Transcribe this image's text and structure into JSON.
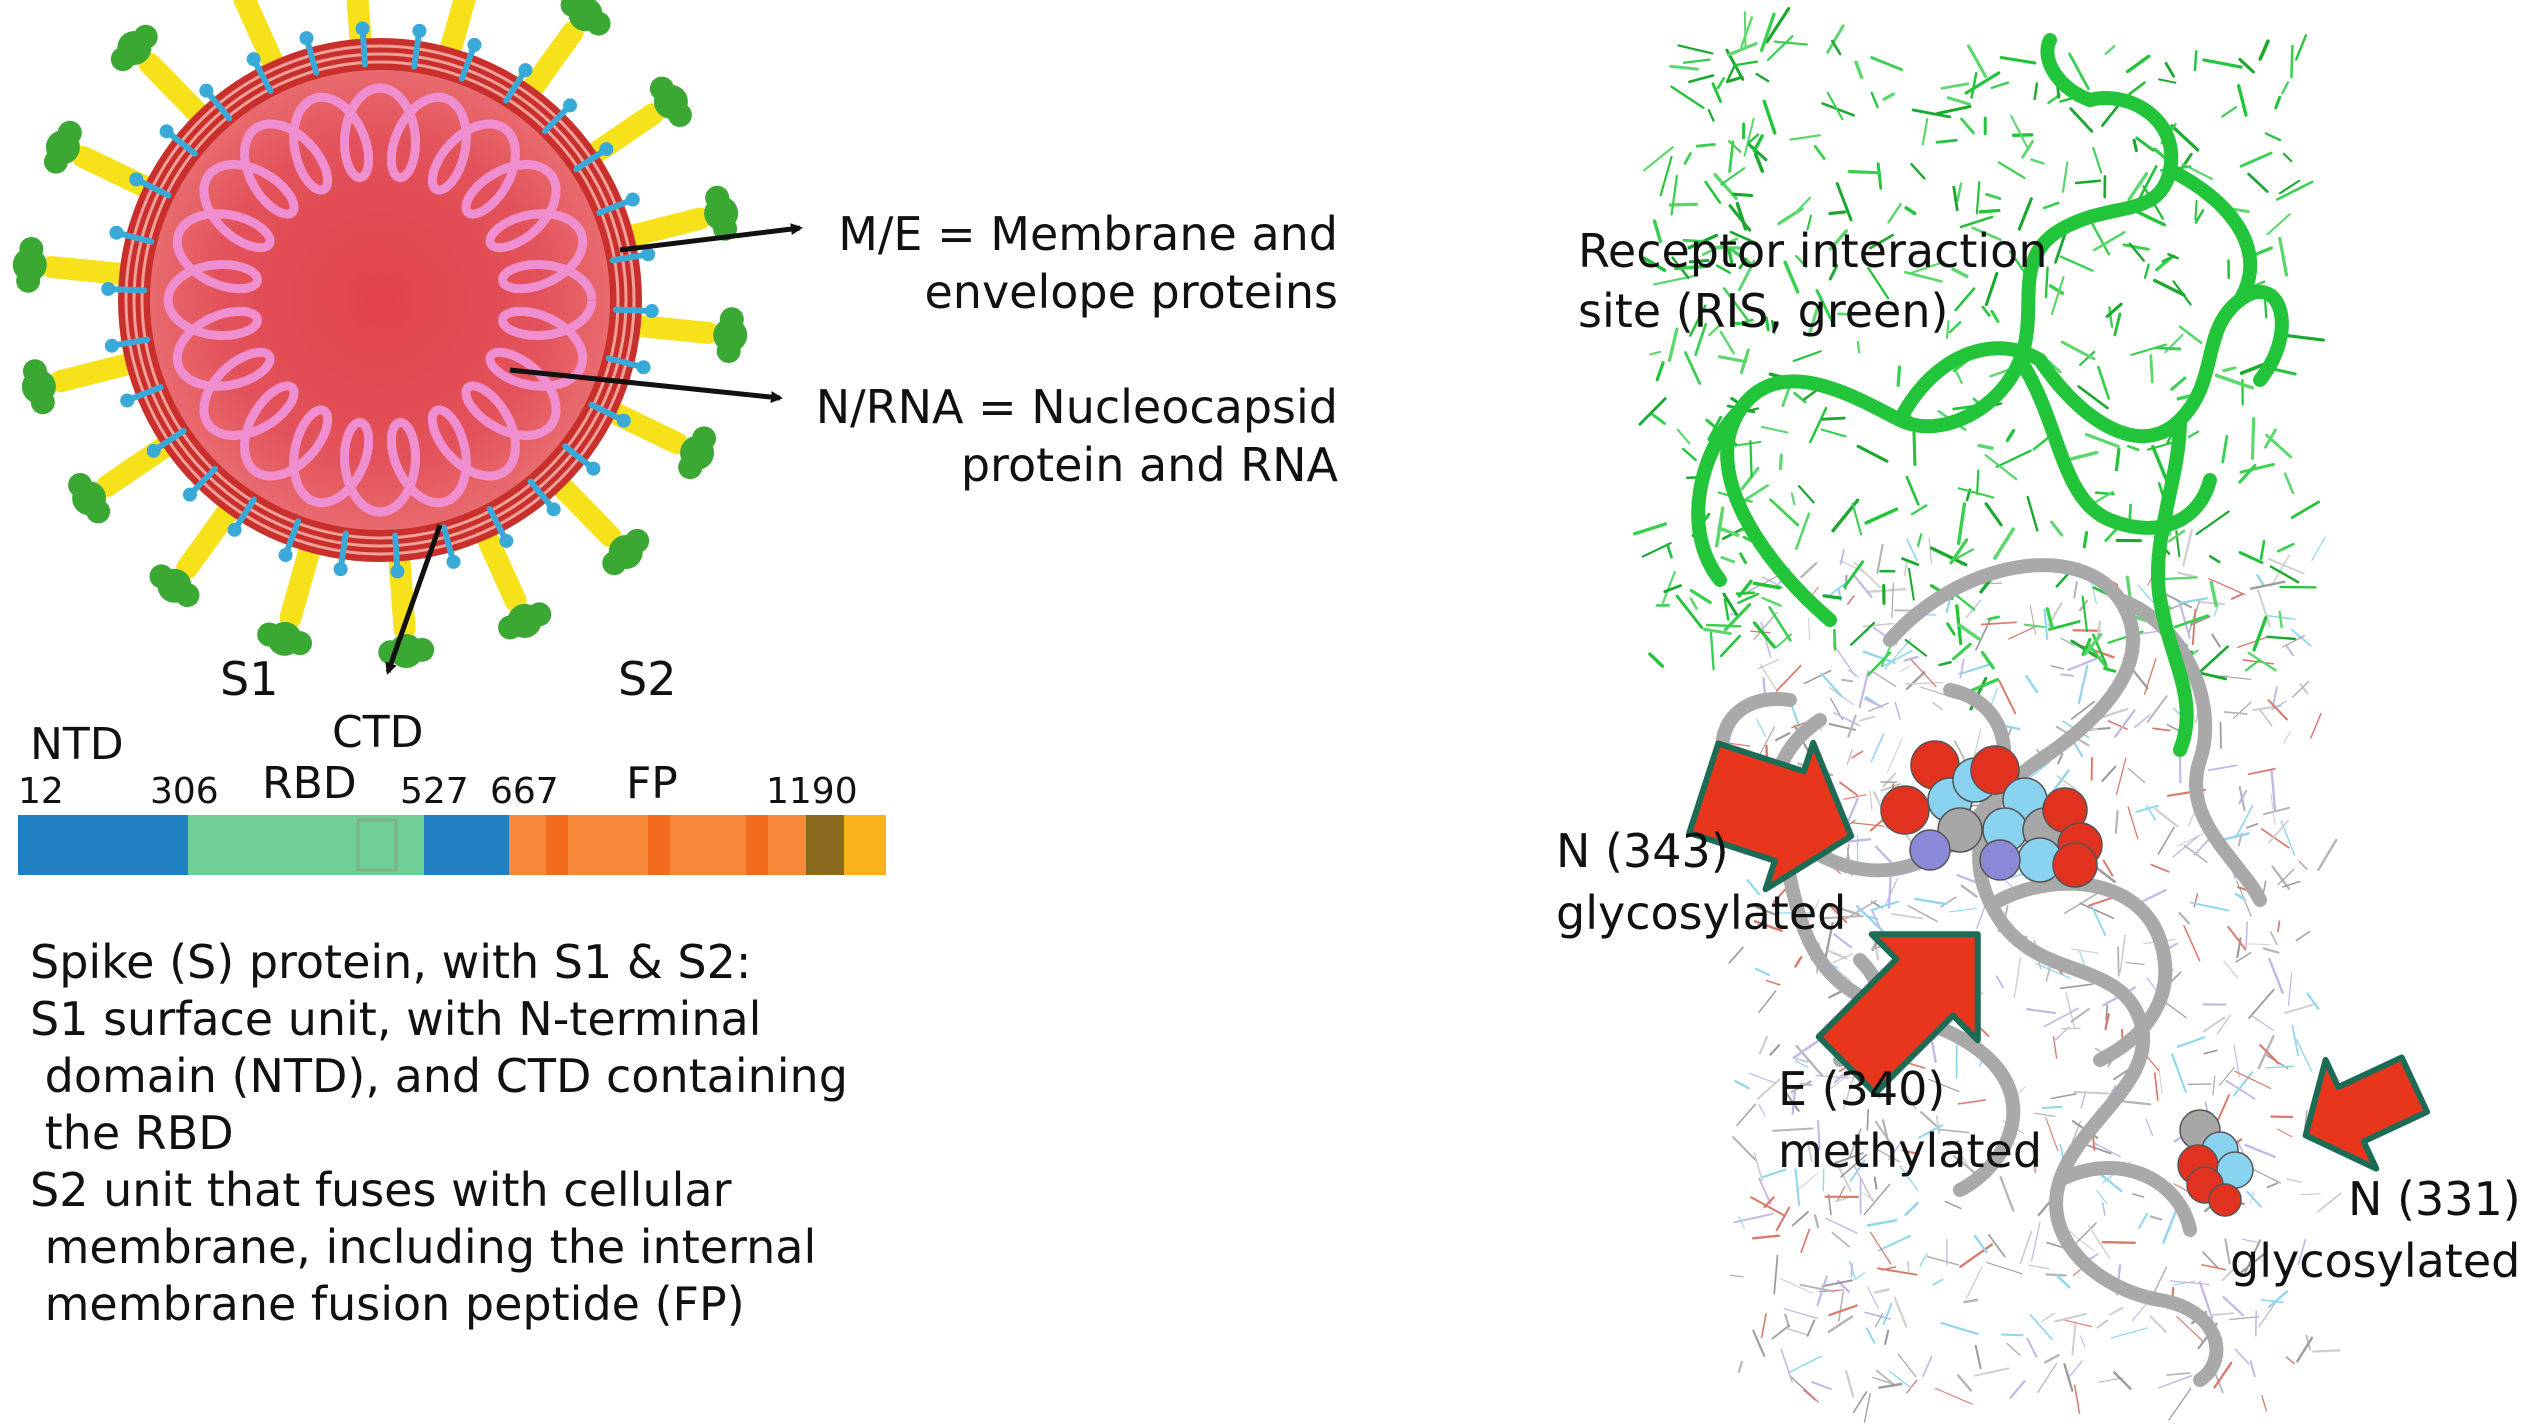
{
  "virus_labels": {
    "me_line1": "M/E = Membrane and",
    "me_line2": "envelope proteins",
    "nrna_line1": "N/RNA = Nucleocapsid",
    "nrna_line2": "protein and RNA"
  },
  "domain_map": {
    "s1": "S1",
    "s2": "S2",
    "ntd": "NTD",
    "ctd": "CTD",
    "rbd": "RBD",
    "fp": "FP",
    "positions": [
      "12",
      "306",
      "527",
      "667",
      "1190"
    ],
    "colors": {
      "ntd": "#1f7fc1",
      "rbd": "#6fcf97",
      "linker": "#1f7fc1",
      "s2": "#f7883a",
      "s2_dark": "#f26b1d",
      "tm": "#8a6a1e",
      "tail": "#f9b21b"
    }
  },
  "description": [
    "Spike (S) protein, with S1 & S2:",
    "S1 surface unit, with N-terminal",
    " domain (NTD), and CTD containing",
    " the RBD",
    "S2 unit that fuses with cellular",
    " membrane, including the internal",
    " membrane fusion peptide (FP)"
  ],
  "structure_labels": {
    "ris_line1": "Receptor interaction",
    "ris_line2": "site (RIS, green)",
    "n343_line1": "N (343)",
    "n343_line2": "glycosylated",
    "e340_line1": "E (340)",
    "e340_line2": "methylated",
    "n331_line1": "N (331)",
    "n331_line2": "glycosylated"
  },
  "colors": {
    "virus_body": "#e4514a",
    "virus_core": "#d9363a",
    "rna_coil": "#f08fd0",
    "spike_stem": "#f7e11b",
    "spike_head": "#3aa832",
    "membrane_protein": "#39a9d8",
    "ris_green": "#22c43a",
    "backbone_gray": "#a9a9a9",
    "arrow_red": "#e8361c",
    "arrow_edge": "#1c6b55",
    "atom_oxygen": "#e0321f",
    "atom_carbon": "#8ad3f0"
  }
}
